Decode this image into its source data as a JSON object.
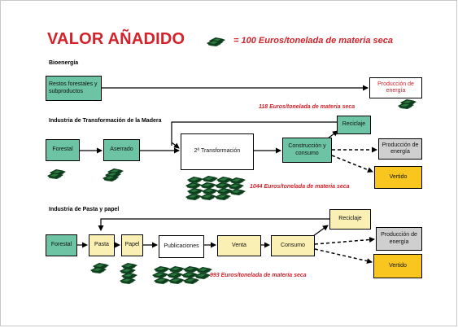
{
  "title": "VALOR AÑADIDO",
  "legend": "= 100  Euros/tonelada de materia seca",
  "sections": {
    "bioenergia": "Bioenergía",
    "madera": "Industria de Transformación de la Madera",
    "pasta": "Industria de Pasta y papel"
  },
  "boxes": {
    "bio_restos": "Restos forestales y subproductos",
    "bio_produccion": "Producción de energía",
    "mad_forestal": "Forestal",
    "mad_aserrado": "Aserrado",
    "mad_transformacion": "2ª Transformación",
    "mad_construccion": "Construcción y consumo",
    "mad_reciclaje": "Reciclaje",
    "mad_produccion": "Producción de energía",
    "mad_vertido": "Vertido",
    "pas_forestal": "Forestal",
    "pas_pasta": "Pasta",
    "pas_papel": "Papel",
    "pas_publicaciones": "Publicaciones",
    "pas_venta": "Venta",
    "pas_consumo": "Consumo",
    "pas_reciclaje": "Reciclaje",
    "pas_produccion": "Producción de energía",
    "pas_vertido": "Vertido"
  },
  "annotations": {
    "bio_value": "118  Euros/tonelada de materia seca",
    "madera_value": "1044  Euros/tonelada de materia seca",
    "pasta_value": "993  Euros/tonelada de materia seca"
  },
  "colors": {
    "title_red": "#d3222a",
    "teal": "#6cc4a4",
    "yellow": "#fbf0b4",
    "gray": "#cfcfcf",
    "orange": "#f9c61f",
    "stack_green": "#0f3d1e"
  },
  "icons": {
    "legend_icon": "green-block-stack-icon"
  }
}
